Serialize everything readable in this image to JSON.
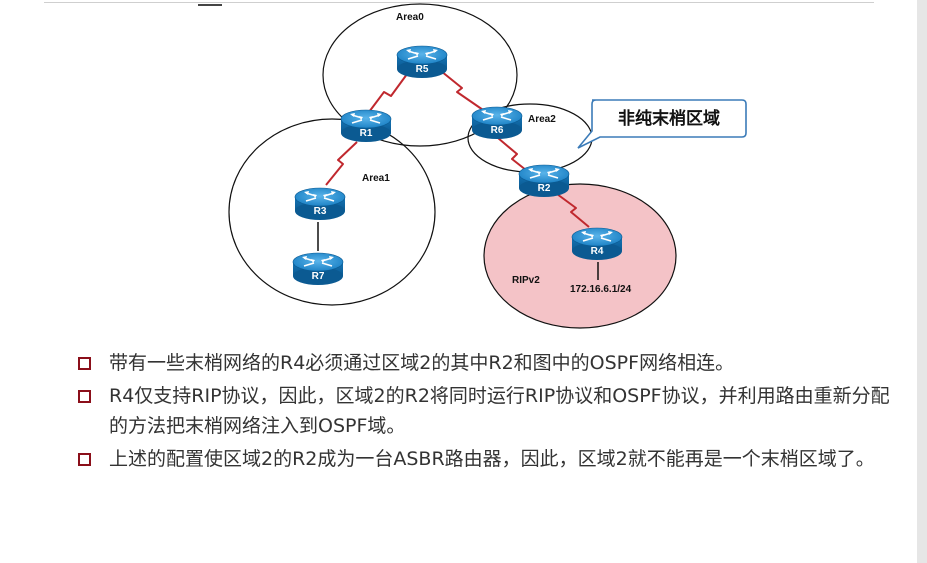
{
  "diagram": {
    "areas": [
      "Area0",
      "Area1",
      "Area2"
    ],
    "rip_label": "RIPv2",
    "network_label": "172.16.6.1/24",
    "callout": "非纯末梢区域",
    "routers": [
      "R5",
      "R1",
      "R6",
      "R2",
      "R3",
      "R4",
      "R7"
    ]
  },
  "bullets": [
    "带有一些末梢网络的R4必须通过区域2的其中R2和图中的OSPF网络相连。",
    "R4仅支持RIP协议，因此，区域2的R2将同时运行RIP协议和OSPF协议，并利用路由重新分配的方法把末梢网络注入到OSPF域。",
    "上述的配置使区域2的R2成为一台ASBR路由器，因此，区域2就不能再是一个末梢区域了。"
  ],
  "colors": {
    "bullet_square": "#8b0f1a",
    "rip_area_fill": "#f4c3c7",
    "serial_link": "#c0282e",
    "router_body": "#1a80c4"
  }
}
